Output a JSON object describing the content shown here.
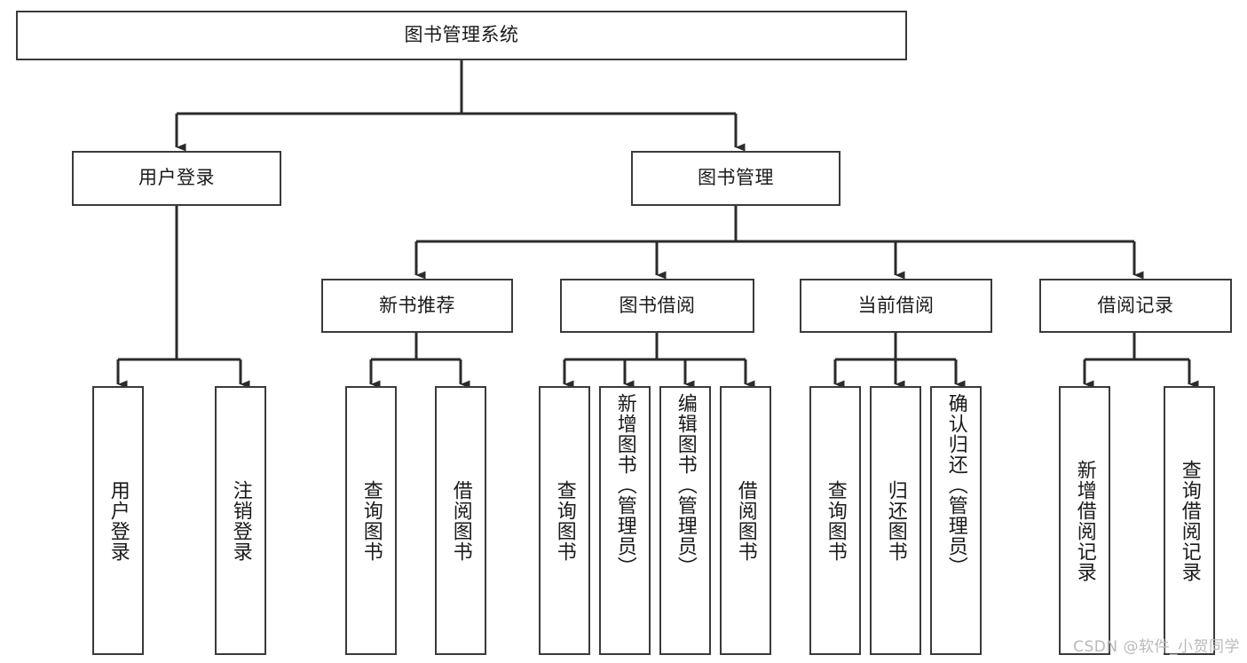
{
  "diagram": {
    "kind": "functional-structure-tree",
    "root": {
      "label": "图书管理系统",
      "orientation": "horizontal"
    },
    "level2": [
      {
        "label": "用户登录",
        "orientation": "horizontal"
      },
      {
        "label": "图书管理",
        "orientation": "horizontal"
      }
    ],
    "level3": [
      {
        "label": "新书推荐",
        "orientation": "horizontal"
      },
      {
        "label": "图书借阅",
        "orientation": "horizontal"
      },
      {
        "label": "当前借阅",
        "orientation": "horizontal"
      },
      {
        "label": "借阅记录",
        "orientation": "horizontal"
      }
    ],
    "leaves": {
      "user_login": [
        {
          "label": "用户登录",
          "orientation": "vertical"
        },
        {
          "label": "注销登录",
          "orientation": "vertical"
        }
      ],
      "new_book_recommend": [
        {
          "label": "查询图书",
          "orientation": "vertical"
        },
        {
          "label": "借阅图书",
          "orientation": "vertical"
        }
      ],
      "book_borrow": [
        {
          "label": "查询图书",
          "orientation": "vertical"
        },
        {
          "label": "新增图书（管理员）",
          "orientation": "vertical"
        },
        {
          "label": "编辑图书（管理员）",
          "orientation": "vertical"
        },
        {
          "label": "借阅图书",
          "orientation": "vertical"
        }
      ],
      "current_borrow": [
        {
          "label": "查询图书",
          "orientation": "vertical"
        },
        {
          "label": "归还图书",
          "orientation": "vertical"
        },
        {
          "label": "确认归还（管理员）",
          "orientation": "vertical"
        }
      ],
      "borrow_record": [
        {
          "label": "新增借阅记录",
          "orientation": "vertical"
        },
        {
          "label": "查询借阅记录",
          "orientation": "vertical"
        }
      ]
    },
    "colors": {
      "background": "#ffffff",
      "node_fill": "#ffffff",
      "node_border": "#3a3a3a",
      "edge": "#2b2b2b",
      "text": "#1a1a1a",
      "watermark": "#b9b9b9"
    }
  },
  "watermark": {
    "text": "CSDN @软件_小贺同学"
  }
}
